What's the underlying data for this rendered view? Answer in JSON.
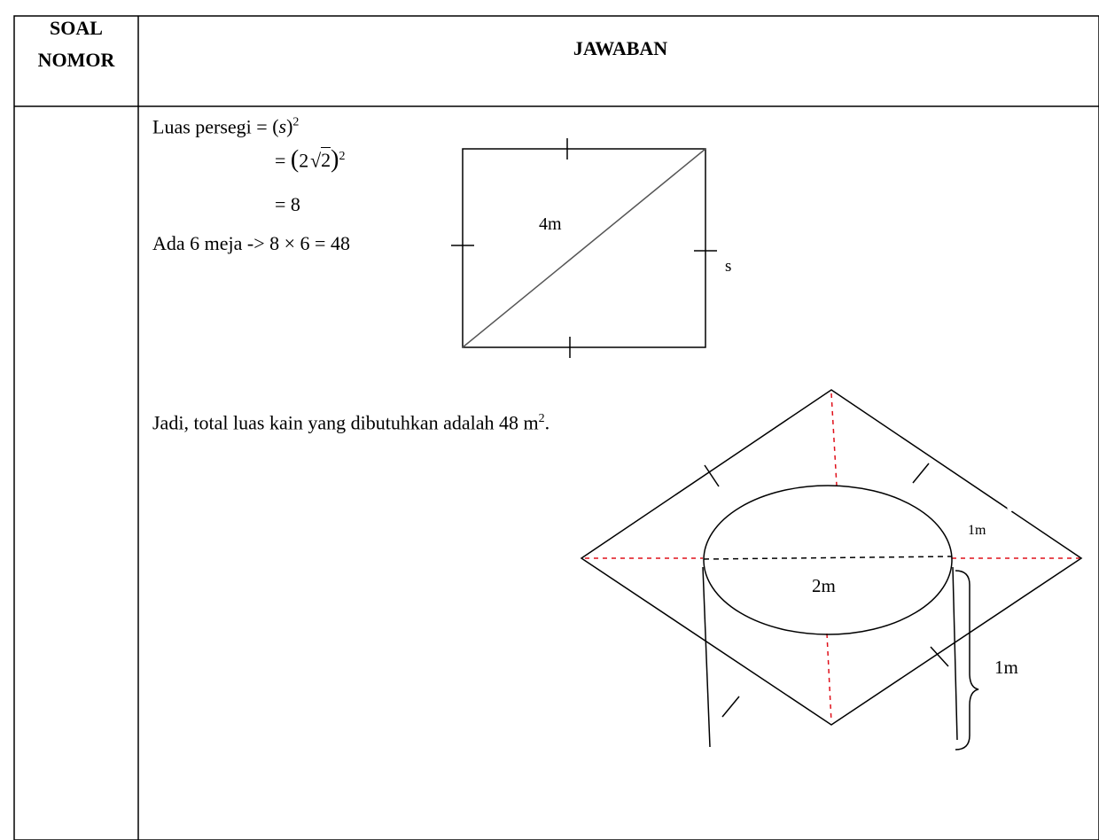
{
  "header": {
    "soal_line1": "SOAL",
    "soal_line2": "NOMOR",
    "jawaban": "JAWABAN"
  },
  "answer": {
    "luas_label": "Luas persegi = ",
    "luas_formula_var": "s",
    "luas_formula_exp": "2",
    "line2_eq": "= ",
    "line2_coef": "2",
    "line2_root": "2",
    "line2_exp": "2",
    "line3": "= 8",
    "line4": "Ada 6 meja -> 8 × 6 = 48",
    "conclusion": "Jadi, total luas kain yang dibutuhkan adalah 48 m",
    "conclusion_sup": "2",
    "conclusion_end": "."
  },
  "square_figure": {
    "diagonal_label": "4m",
    "side_label": "s"
  },
  "table_figure": {
    "radius_label": "1m",
    "diameter_label": "2m",
    "height_label": "1m"
  },
  "colors": {
    "red_dash": "#e0101a",
    "line": "#000000",
    "diagonal": "#555555"
  }
}
